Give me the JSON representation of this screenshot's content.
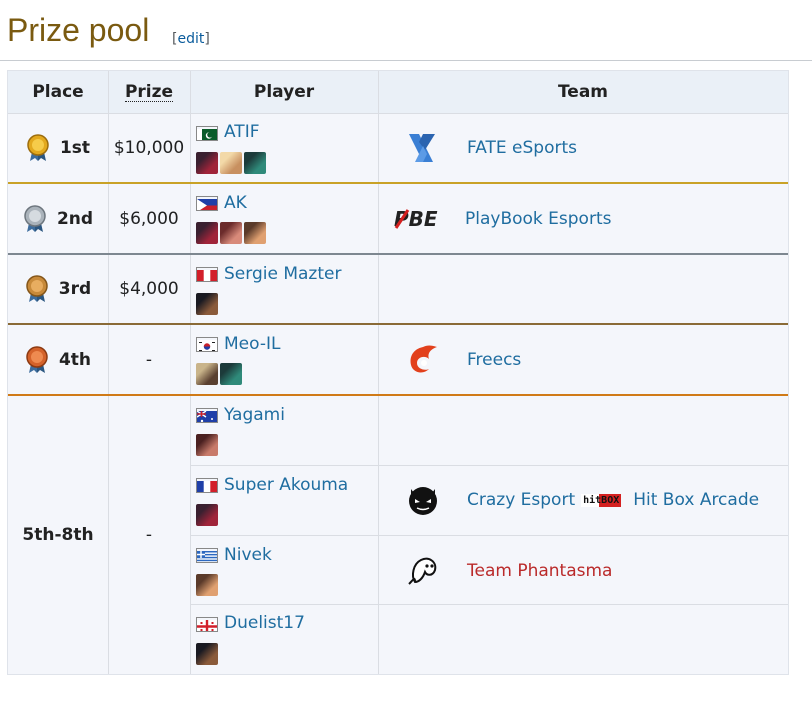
{
  "page": {
    "title": "Prize pool",
    "edit_open": "[",
    "edit_label": "edit",
    "edit_close": "]"
  },
  "table": {
    "headers": {
      "place": "Place",
      "prize": "Prize",
      "player": "Player",
      "team": "Team"
    },
    "rows": [
      {
        "place": "1st",
        "prize": "$10,000",
        "medal": "gold",
        "border_color": "#c9a227"
      },
      {
        "place": "2nd",
        "prize": "$6,000",
        "medal": "silver",
        "border_color": "#7d8790"
      },
      {
        "place": "3rd",
        "prize": "$4,000",
        "medal": "bronze",
        "border_color": "#8a6a36"
      },
      {
        "place": "4th",
        "prize": "-",
        "medal": "fourth",
        "border_color": "#d07a17"
      },
      {
        "place": "5th-8th",
        "prize": "-"
      }
    ],
    "players": [
      {
        "name": "ATIF",
        "flag": "pakistan"
      },
      {
        "name": "AK",
        "flag": "philippines"
      },
      {
        "name": "Sergie Mazter",
        "flag": "peru"
      },
      {
        "name": "Meo-IL",
        "flag": "south-korea"
      },
      {
        "name": "Yagami",
        "flag": "australia"
      },
      {
        "name": "Super Akouma",
        "flag": "france"
      },
      {
        "name": "Nivek",
        "flag": "greece"
      },
      {
        "name": "Duelist17",
        "flag": "georgia"
      }
    ],
    "teams": [
      {
        "name": "FATE eSports",
        "logo": "fate-logo"
      },
      {
        "name": "PlayBook Esports",
        "logo": "playbook-logo"
      },
      {
        "name": "Freecs",
        "logo": "freecs-logo"
      },
      {
        "name": "Crazy Esport",
        "logo": "crazy-esport-logo",
        "second_logo_text": "hitBOX",
        "second_name": "Hit Box Arcade"
      },
      {
        "name": "Team Phantasma",
        "logo": "phantasma-logo"
      }
    ]
  },
  "colors": {
    "heading": "#7a5a10",
    "link": "#1f6da0",
    "missing_link": "#ba2a2a",
    "gold_border": "#c9a227",
    "silver_border": "#7d8790",
    "bronze_border": "#8a6a36",
    "fourth_border": "#d07a17"
  }
}
